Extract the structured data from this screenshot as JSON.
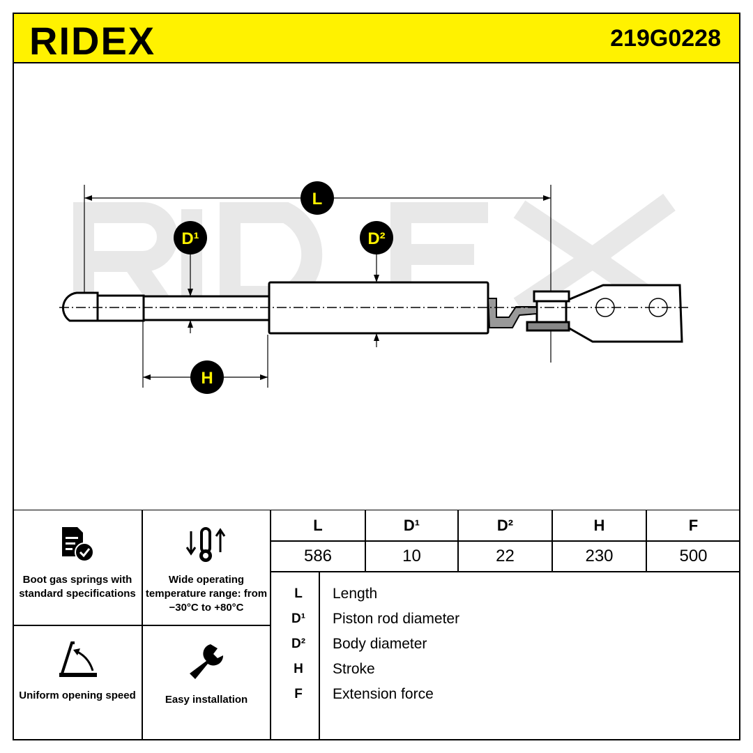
{
  "brand": "RIDEX",
  "part_number": "219G0228",
  "watermark": "RIDEX",
  "diagram_labels": {
    "L": "L",
    "D1": "D¹",
    "D2": "D²",
    "H": "H"
  },
  "features": [
    {
      "icon": "document-check-icon",
      "text": "Boot gas springs with standard specifications"
    },
    {
      "icon": "thermometer-icon",
      "text": "Wide operating temperature range: from −30°C to +80°C"
    },
    {
      "icon": "opening-angle-icon",
      "text": "Uniform opening speed"
    },
    {
      "icon": "wrench-icon",
      "text": "Easy installation"
    }
  ],
  "spec_table": {
    "headers": [
      "L",
      "D¹",
      "D²",
      "H",
      "F"
    ],
    "values": [
      "586",
      "10",
      "22",
      "230",
      "500"
    ]
  },
  "legend": [
    {
      "key": "L",
      "label": "Length"
    },
    {
      "key": "D¹",
      "label": "Piston rod diameter"
    },
    {
      "key": "D²",
      "label": "Body diameter"
    },
    {
      "key": "H",
      "label": "Stroke"
    },
    {
      "key": "F",
      "label": "Extension force"
    }
  ]
}
